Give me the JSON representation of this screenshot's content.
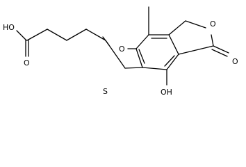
{
  "atoms": {
    "hydroxyl_acid": "HO",
    "carbonyl_acid": "O",
    "methoxy": "O",
    "thioether": "S",
    "lactone_ring": "O",
    "lactone_carbonyl": "O",
    "phenol": "OH"
  },
  "colors": {
    "bond": "#000000",
    "label": "#000000",
    "background": "#ffffff"
  }
}
